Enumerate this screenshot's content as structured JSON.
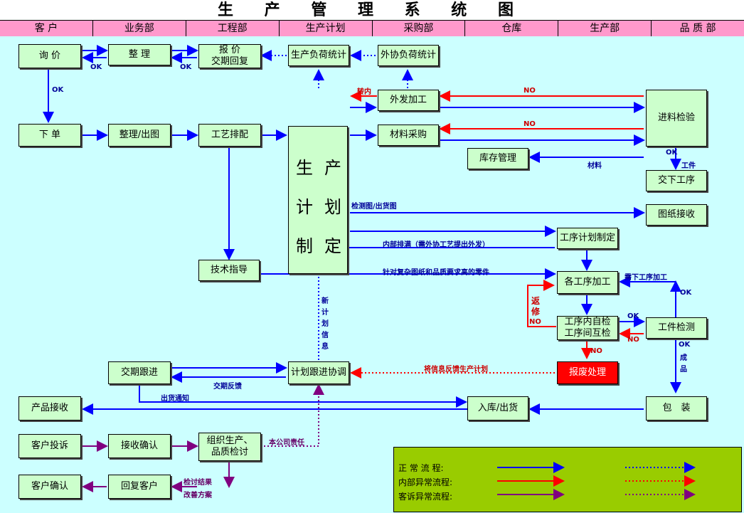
{
  "title": "生 产 管 理 系 统 图",
  "departments": [
    "客 户",
    "业务部",
    "工程部",
    "生产计划",
    "采购部",
    "仓库",
    "生产部",
    "品 质 部"
  ],
  "boxes": {
    "inquiry": "询 价",
    "sort": "整 理",
    "quote": "报 价",
    "quote2": "交期回复",
    "load_stat": "生产负荷统计",
    "ext_load_stat": "外协负荷统计",
    "order": "下 单",
    "sort_drawing": "整理/出图",
    "process_plan": "工艺排配",
    "outsource": "外发加工",
    "purchase": "材料采购",
    "incoming_check": "进料检验",
    "inventory": "库存管理",
    "handover": "交下工序",
    "drawing_receive": "图纸接收",
    "proc_plan_make": "工序计划制定",
    "tech_guide": "技术指导",
    "proc_process": "各工序加工",
    "self_check1": "工序内自检",
    "self_check2": "工序间互检",
    "part_check": "工件检测",
    "scrap": "报废处理",
    "delivery_follow": "交期跟进",
    "plan_follow": "计划跟进协调",
    "product_receive": "产品接收",
    "warehouse_out": "入库/出货",
    "packing": "包　装",
    "complaint": "客户投诉",
    "receive_confirm": "接收确认",
    "organize1": "组织生产、",
    "organize2": "品质检讨",
    "customer_confirm": "客户确认",
    "reply_customer": "回复客户"
  },
  "big_box": [
    "生",
    "产",
    "计",
    "划",
    "制",
    "定"
  ],
  "labels": {
    "ok1": "OK",
    "ok2": "OK",
    "ok3": "OK",
    "transfer_in": "转内",
    "no1": "NO",
    "no2": "NO",
    "ok_material": "OK",
    "material": "材料",
    "part": "工件",
    "inspect_drawing": "检测图/出货图",
    "internal_schedule": "内部排满（需外协工艺提出外发）",
    "complex_parts": "针对复杂图纸和品质要求高的零件",
    "need_next": "需下工序加工",
    "ok4": "OK",
    "rework1": "返",
    "rework2": "修",
    "no3": "NO",
    "ok5": "OK",
    "no4": "NO",
    "no5": "NO",
    "ok_finished": "OK",
    "finished1": "成",
    "finished2": "品",
    "new_plan": [
      "新",
      "计",
      "划",
      "信",
      "息"
    ],
    "feedback": "将信息反馈生产计划",
    "delivery_feedback": "交期反馈",
    "ship_notice": "出货通知",
    "our_responsibility": "本公司责任",
    "review_result": "检讨结果",
    "improve_plan": "改善方案"
  },
  "legend": {
    "normal": "正 常 流 程:",
    "internal_abnormal": "内部异常流程:",
    "complaint_abnormal": "客诉异常流程:"
  },
  "colors": {
    "normal": "#0000ff",
    "internal": "#ff0000",
    "complaint": "#800080"
  }
}
